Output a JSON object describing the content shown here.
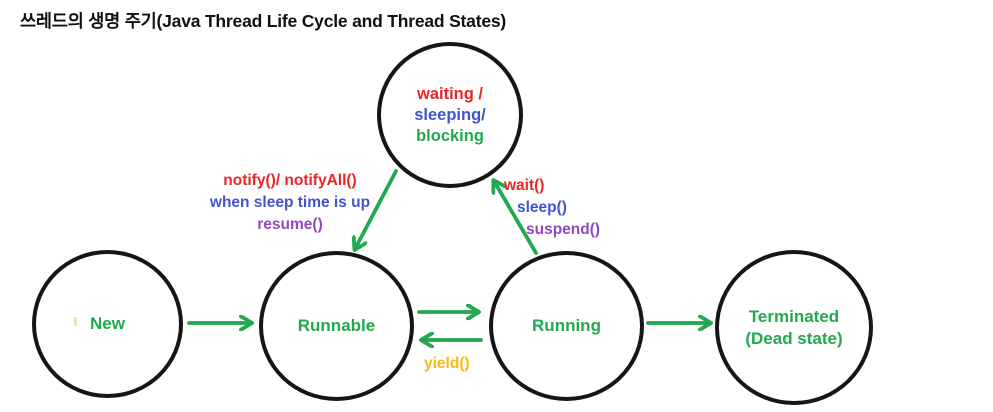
{
  "title": "쓰레드의 생명 주기(Java Thread Life Cycle and Thread States)",
  "states": {
    "waiting": {
      "line1": "waiting /",
      "line2": "sleeping/",
      "line3": "blocking"
    },
    "new": {
      "label": "New"
    },
    "runnable": {
      "label": "Runnable"
    },
    "running": {
      "label": "Running"
    },
    "terminated": {
      "line1": "Terminated",
      "line2": "(Dead state)"
    }
  },
  "transitions": {
    "waiting_to_runnable": {
      "line1": "notify()/ notifyAll()",
      "line2": "when sleep time is up",
      "line3": "resume()"
    },
    "running_to_waiting": {
      "line1": "wait()",
      "line2": "sleep()",
      "line3": "suspend()"
    },
    "running_to_runnable": {
      "label": "yield()"
    }
  },
  "colors": {
    "green": "#22a94f",
    "red": "#e92528",
    "blue": "#4353ce",
    "purple": "#9448c0",
    "orange": "#feb811",
    "circle_stroke": "#161616",
    "title": "#111111",
    "background": "#ffffff"
  }
}
